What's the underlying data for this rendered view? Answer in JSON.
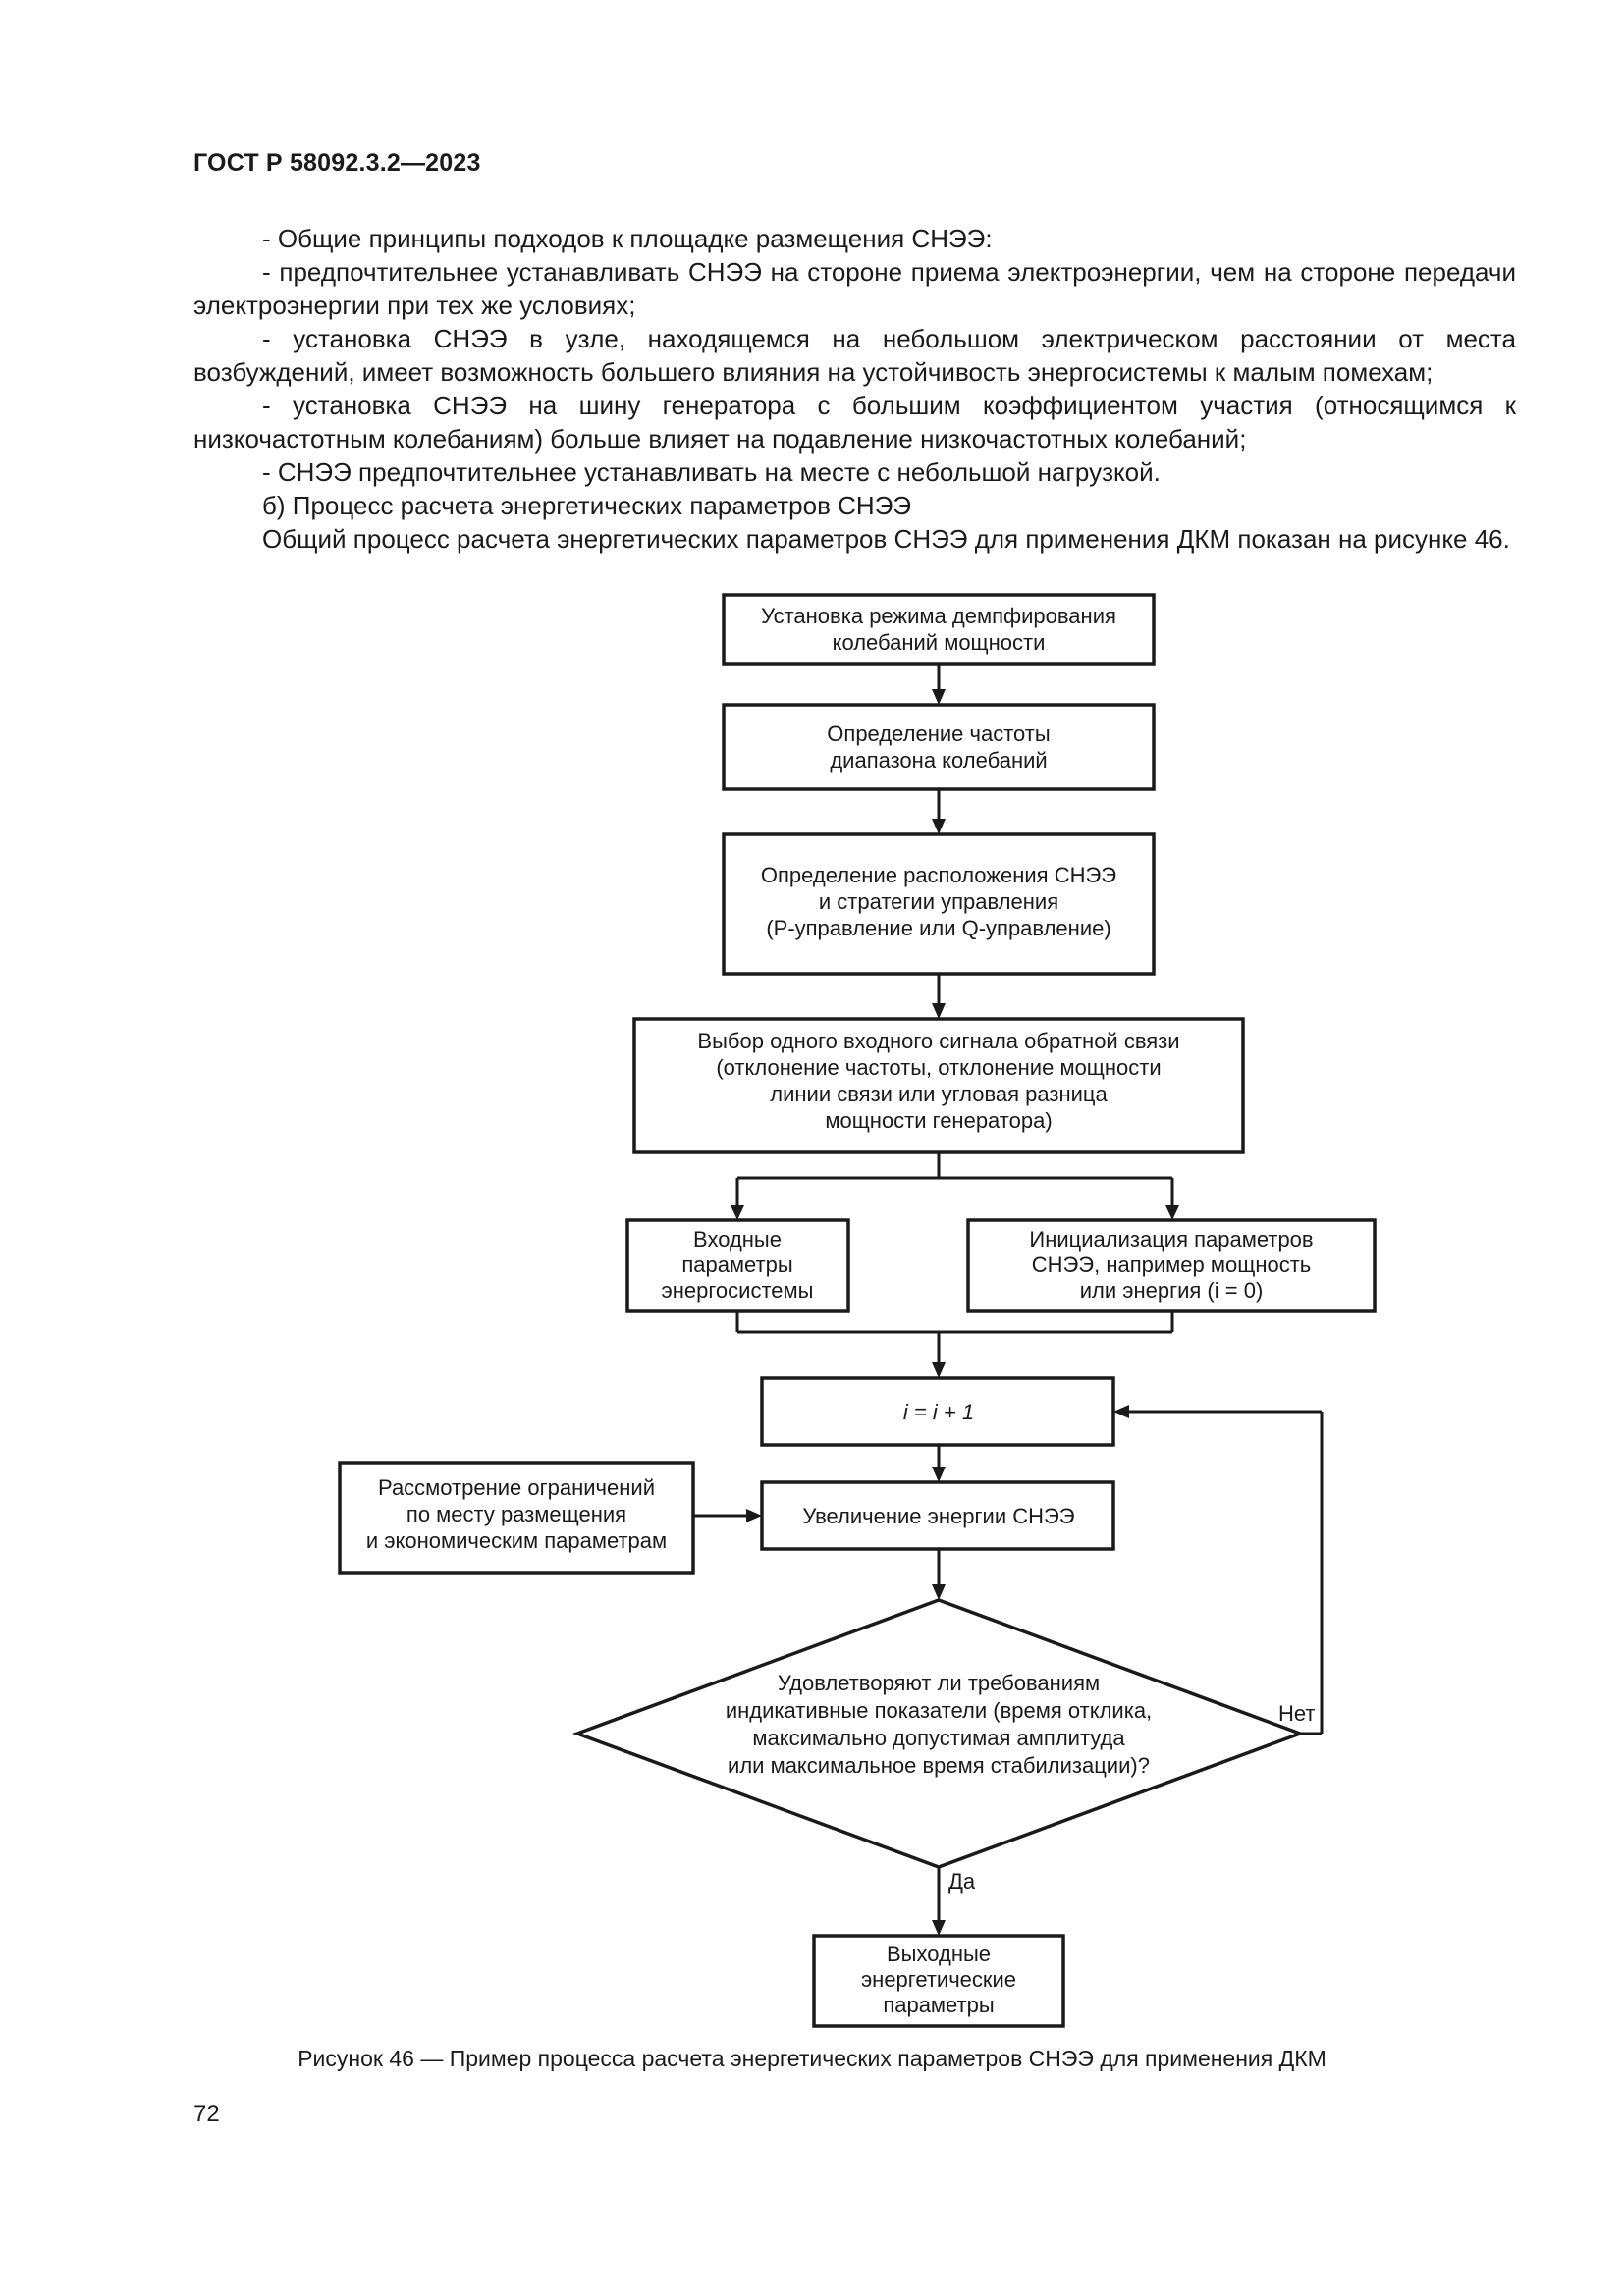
{
  "header": "ГОСТ Р 58092.3.2—2023",
  "paragraphs": [
    "- Общие принципы подходов к площадке размещения СНЭЭ:",
    "- предпочтительнее устанавливать СНЭЭ на стороне приема электроэнергии, чем на стороне передачи электроэнергии при тех же условиях;",
    "- установка СНЭЭ в узле, находящемся на небольшом электрическом расстоянии от места возбуждений, имеет возможность большего влияния на устойчивость энергосистемы к малым помехам;",
    "- установка СНЭЭ на шину генератора с большим коэффициентом участия (относящимся к низкочастотным колебаниям) больше влияет на подавление низкочастотных колебаний;",
    "- СНЭЭ предпочтительнее устанавливать на месте с небольшой нагрузкой.",
    "б) Процесс расчета энергетических параметров СНЭЭ",
    "Общий процесс расчета энергетических параметров СНЭЭ для применения ДКМ показан на рисунке 46."
  ],
  "flowchart": {
    "box1": [
      "Установка режима демпфирования",
      "колебаний мощности"
    ],
    "box2": [
      "Определение частоты",
      "диапазона колебаний"
    ],
    "box3": [
      "Определение расположения СНЭЭ",
      "и стратегии управления",
      "(P-управление или Q-управление)"
    ],
    "box4": [
      "Выбор одного входного сигнала обратной связи",
      "(отклонение частоты, отклонение мощности",
      "линии связи или угловая разница",
      "мощности генератора)"
    ],
    "box5": [
      "Входные",
      "параметры",
      "энергосистемы"
    ],
    "box6": [
      "Инициализация параметров",
      "СНЭЭ, например мощность",
      "или энергия (i = 0)"
    ],
    "box7": "i = i + 1",
    "box8": [
      "Рассмотрение ограничений",
      "по месту размещения",
      "и экономическим параметрам"
    ],
    "box9": "Увеличение энергии СНЭЭ",
    "diamond": [
      "Удовлетворяют ли требованиям",
      "индикативные показатели (время отклика,",
      "максимально допустимая амплитуда",
      "или максимальное время стабилизации)?"
    ],
    "label_no": "Нет",
    "label_yes": "Да",
    "box10": [
      "Выходные",
      "энергетические",
      "параметры"
    ]
  },
  "caption": "Рисунок 46 — Пример процесса расчета энергетических параметров СНЭЭ для применения ДКМ",
  "page_number": "72"
}
